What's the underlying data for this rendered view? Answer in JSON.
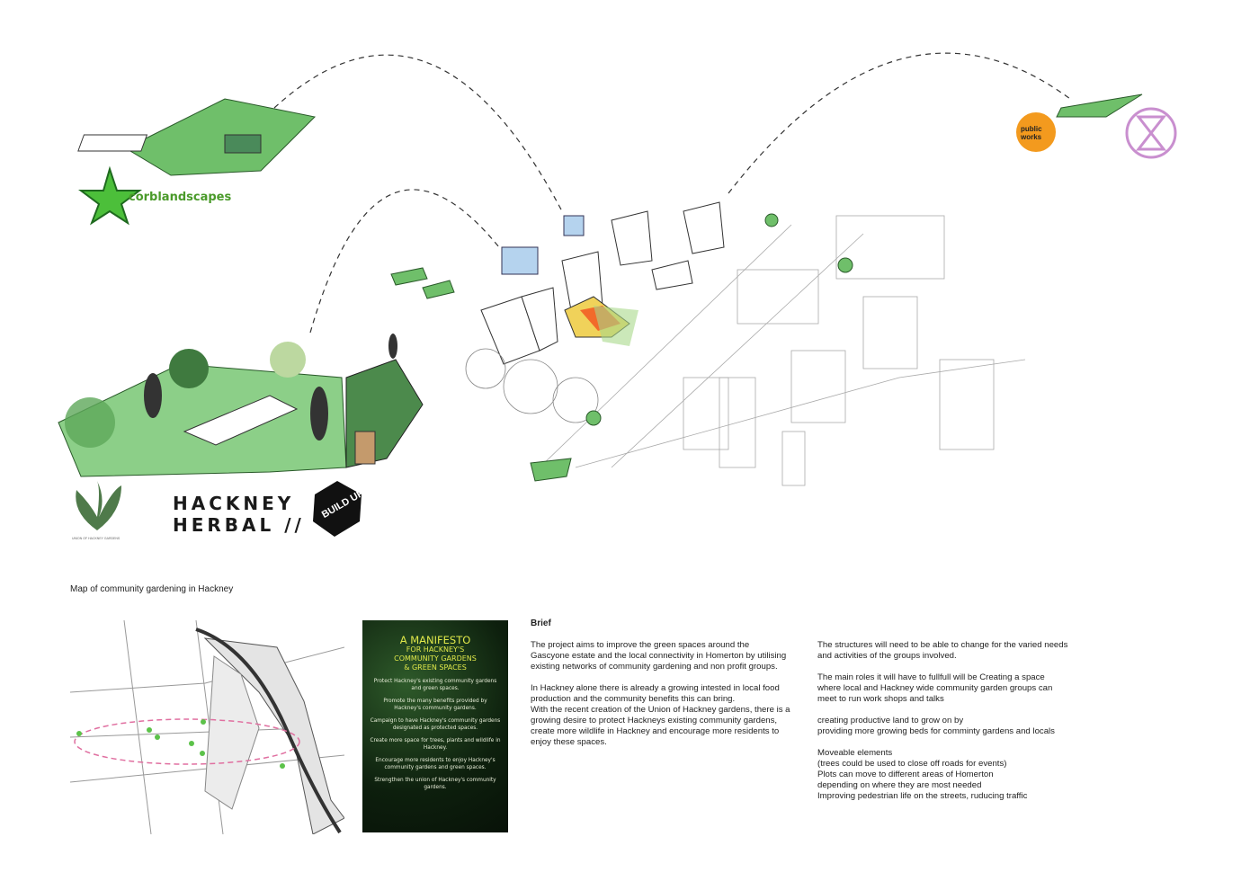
{
  "logos": {
    "corblandscapes": "corblandscapes",
    "union_of_hackney_gardens": "UNION OF HACKNEY GARDENS",
    "hackney_herbal_line1": "HACKNEY",
    "hackney_herbal_line2": "HERBAL //",
    "build_up": "BUILD UP",
    "public_works": "public works",
    "extinction_rebellion": "extinction-rebellion-symbol"
  },
  "map": {
    "caption": "Map of community gardening in Hackney",
    "marker_color": "#5cc24a",
    "route_color": "#e06fa0"
  },
  "manifesto": {
    "title": "A MANIFESTO",
    "subtitle": [
      "FOR HACKNEY'S",
      "COMMUNITY GARDENS",
      "& GREEN SPACES"
    ],
    "items": [
      "Protect Hackney's existing community gardens and green spaces.",
      "Promote the many benefits provided by Hackney's community gardens.",
      "Campaign to have Hackney's community gardens designated as protected spaces.",
      "Create more space for trees, plants and wildlife in Hackney.",
      "Encourage more residents to enjoy Hackney's community gardens and green spaces.",
      "Strengthen the union of Hackney's community gardens."
    ]
  },
  "brief": {
    "heading": "Brief",
    "left": [
      "The project aims to improve the green spaces around the\nGascyone estate and the local connectivity in Homerton by utilising\nexisting networks of community gardening and non profit groups.",
      "In Hackney alone there is already a growing intested in local food\nproduction and the community benefits this can bring.\nWith the recent creation of the Union of Hackney gardens, there is a\ngrowing desire to protect Hackneys existing community gardens,\ncreate more wildlife in Hackney and encourage more residents to\nenjoy these spaces."
    ],
    "right": [
      "The structures will need to be able to change for the varied needs\nand activities of the groups involved.",
      "The main roles it will have to fullfull will be Creating a space\nwhere local and Hackney wide community garden groups can\nmeet to run work shops and talks",
      "creating productive land to grow on by\nproviding more growing beds for comminty gardens and locals",
      "Moveable elements\n(trees could  be used to close off roads for events)\nPlots can move to different areas of Homerton\ndepending on where they are most needed\nImproving pedestrian life on the streets, ruducing traffic"
    ]
  },
  "colors": {
    "green": "#7cc47a",
    "orange": "#f39a1e",
    "purple": "#c98fcf",
    "manifesto_yellow": "#e0e84a"
  }
}
